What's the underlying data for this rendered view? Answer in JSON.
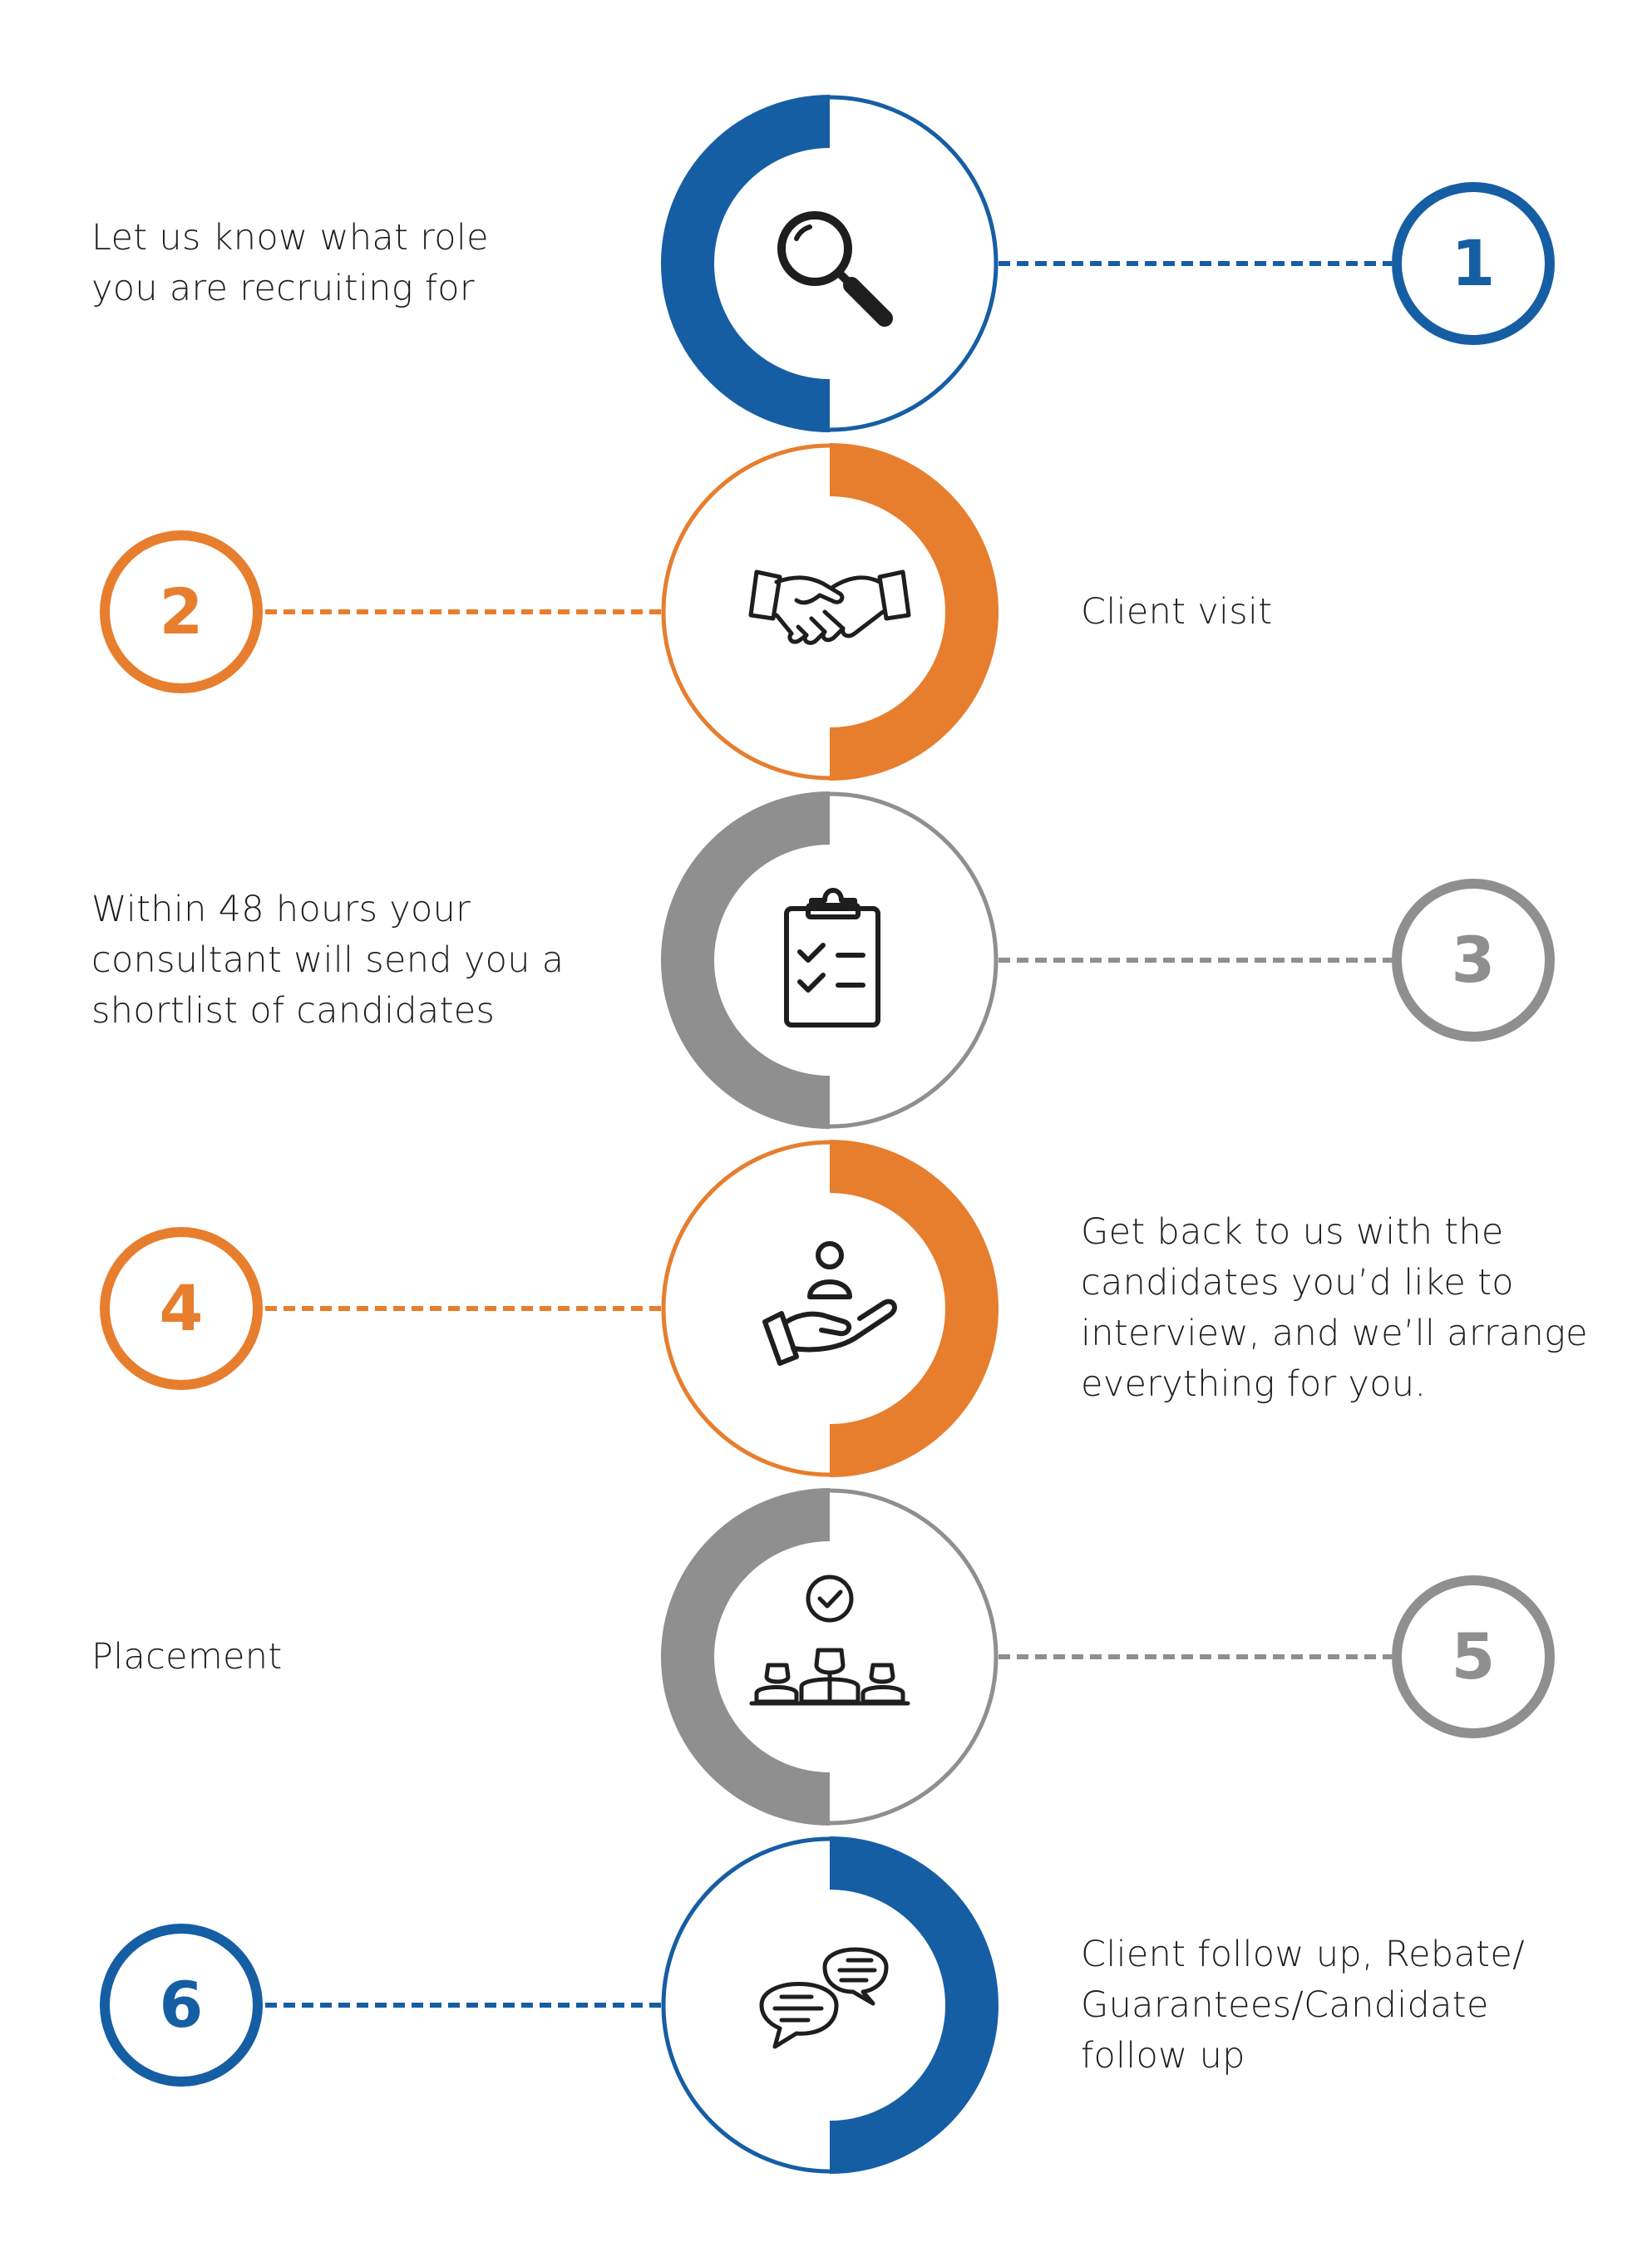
{
  "colors": {
    "blue": "#165ea4",
    "orange": "#e67e2e",
    "gray": "#8f8f8f",
    "text": "#1f1f1f",
    "icon": "#1e1e1e"
  },
  "steps": [
    {
      "number": "1",
      "color": "blue",
      "side": "right",
      "icon": "search-icon",
      "lines": [
        "Let us know what role",
        "you are recruiting for"
      ]
    },
    {
      "number": "2",
      "color": "orange",
      "side": "left",
      "icon": "handshake-icon",
      "lines": [
        "Client visit"
      ]
    },
    {
      "number": "3",
      "color": "gray",
      "side": "right",
      "icon": "clipboard-checklist-icon",
      "lines": [
        "Within 48 hours your",
        "consultant will send you a",
        "shortlist of candidates"
      ]
    },
    {
      "number": "4",
      "color": "orange",
      "side": "left",
      "icon": "hand-person-icon",
      "lines": [
        "Get back to us with the",
        "candidates you’d like to",
        "interview, and we’ll arrange",
        "everything for you."
      ]
    },
    {
      "number": "5",
      "color": "gray",
      "side": "right",
      "icon": "team-check-icon",
      "lines": [
        "Placement"
      ]
    },
    {
      "number": "6",
      "color": "blue",
      "side": "left",
      "icon": "chat-bubbles-icon",
      "lines": [
        "Client follow up, Rebate/",
        "Guarantees/Candidate",
        "follow up"
      ]
    }
  ]
}
